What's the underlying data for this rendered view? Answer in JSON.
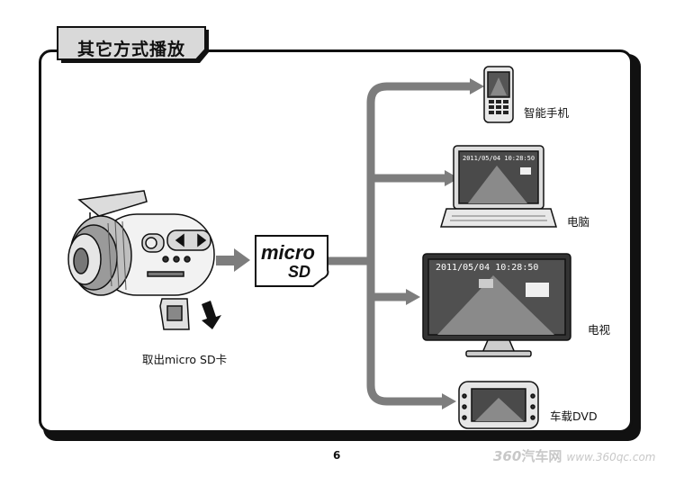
{
  "page": {
    "title": "其它方式播放",
    "page_number": "6"
  },
  "source": {
    "card_label": "取出micro SD卡",
    "logo_text": "micro",
    "logo_sub": "SD"
  },
  "destinations": [
    {
      "label": "智能手机"
    },
    {
      "label": "电脑",
      "timestamp": "2011/05/04 10:28:50"
    },
    {
      "label": "电视",
      "timestamp": "2011/05/04 10:28:50"
    },
    {
      "label": "车载DVD"
    }
  ],
  "watermark": {
    "num": "360",
    "cn": "汽车网",
    "url": "www.360qc.com"
  },
  "colors": {
    "arrow": "#7d7d7d",
    "frame": "#111111",
    "tab": "#d9d9d9"
  }
}
